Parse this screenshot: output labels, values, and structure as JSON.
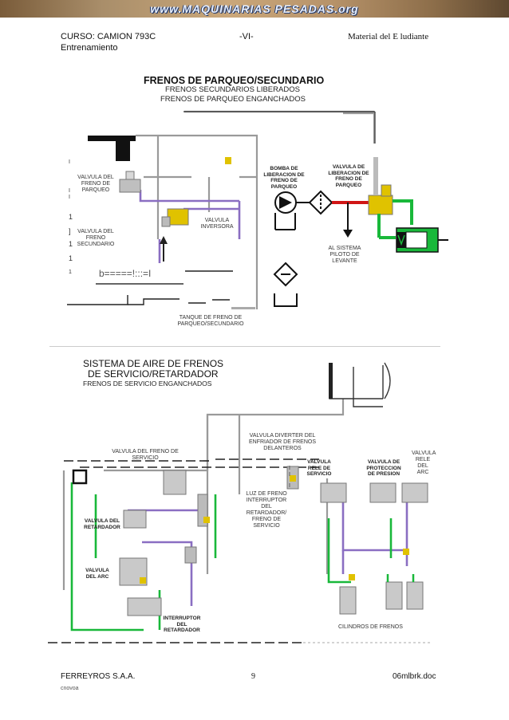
{
  "banner": {
    "text": "www.MAQUINARIAS PESADAS.org"
  },
  "header": {
    "course": "CURSO: CAMION 793C",
    "module": "-VI-",
    "material": "Material del E ludiante",
    "training": "Entrenamiento"
  },
  "section1": {
    "title": "FRENOS DE PARQUEO/SECUNDARIO",
    "subtitle1": "FRENOS SECUNDARIOS LIBERADOS",
    "subtitle2": "FRENOS DE PARQUEO ENGANCHADOS",
    "labels": {
      "valve_park": "VALVULA DEL FRENO DE PARQUEO",
      "valve_secondary": "VALVULA DEL FRENO SECUNDARIO",
      "valve_inverter": "VALVULA INVERSORA",
      "pump": "BOMBA DE LIBERACION DE FRENO DE PARQUEO",
      "valve_release": "VALVULA DE LIBERACION DE FRENO DE PARQUEO",
      "pilot_system": "AL SISTEMA PILOTO DE LEVANTE",
      "tank": "TANQUE DE FRENO DE PARQUEO/SECUNDARIO",
      "ocr_line": "b=====!:::=I",
      "margin_marks": [
        "I",
        "I",
        "I",
        "1",
        "]",
        "1",
        "1",
        "1"
      ]
    }
  },
  "section2": {
    "title_line1": "SISTEMA DE AIRE DE FRENOS",
    "title_line2": "DE SERVICIO/RETARDADOR",
    "subtitle": "FRENOS DE SERVICIO ENGANCHADOS",
    "labels": {
      "valve_service": "VALVULA DEL FRENO DE SERVICIO",
      "valve_diverter": "VALVULA DIVERTER DEL ENFRIADOR DE FRENOS DELANTEROS",
      "valve_relay_arc": "VALVULA RELE DEL ARC",
      "valve_relay_service": "VALVULA RELE DE SERVICIO",
      "valve_protection": "VALVULA DE PROTECCION DE PRESION",
      "light_switch": "LUZ DE FRENO INTERRUPTOR DEL RETARDADOR/ FRENO DE SERVICIO",
      "valve_retarder": "VALVULA DEL RETARDADOR",
      "valve_arc": "VALVULA DEL ARC",
      "switch_retarder": "INTERRUPTOR DEL RETARDADOR",
      "cylinders": "CILINDROS DE FRENOS",
      "marks": [
        "I",
        "I",
        "I"
      ]
    }
  },
  "footer": {
    "company": "FERREYROS S.A.A.",
    "page": "9",
    "file": "06mlbrk.doc",
    "extra": "cnovoa"
  }
}
